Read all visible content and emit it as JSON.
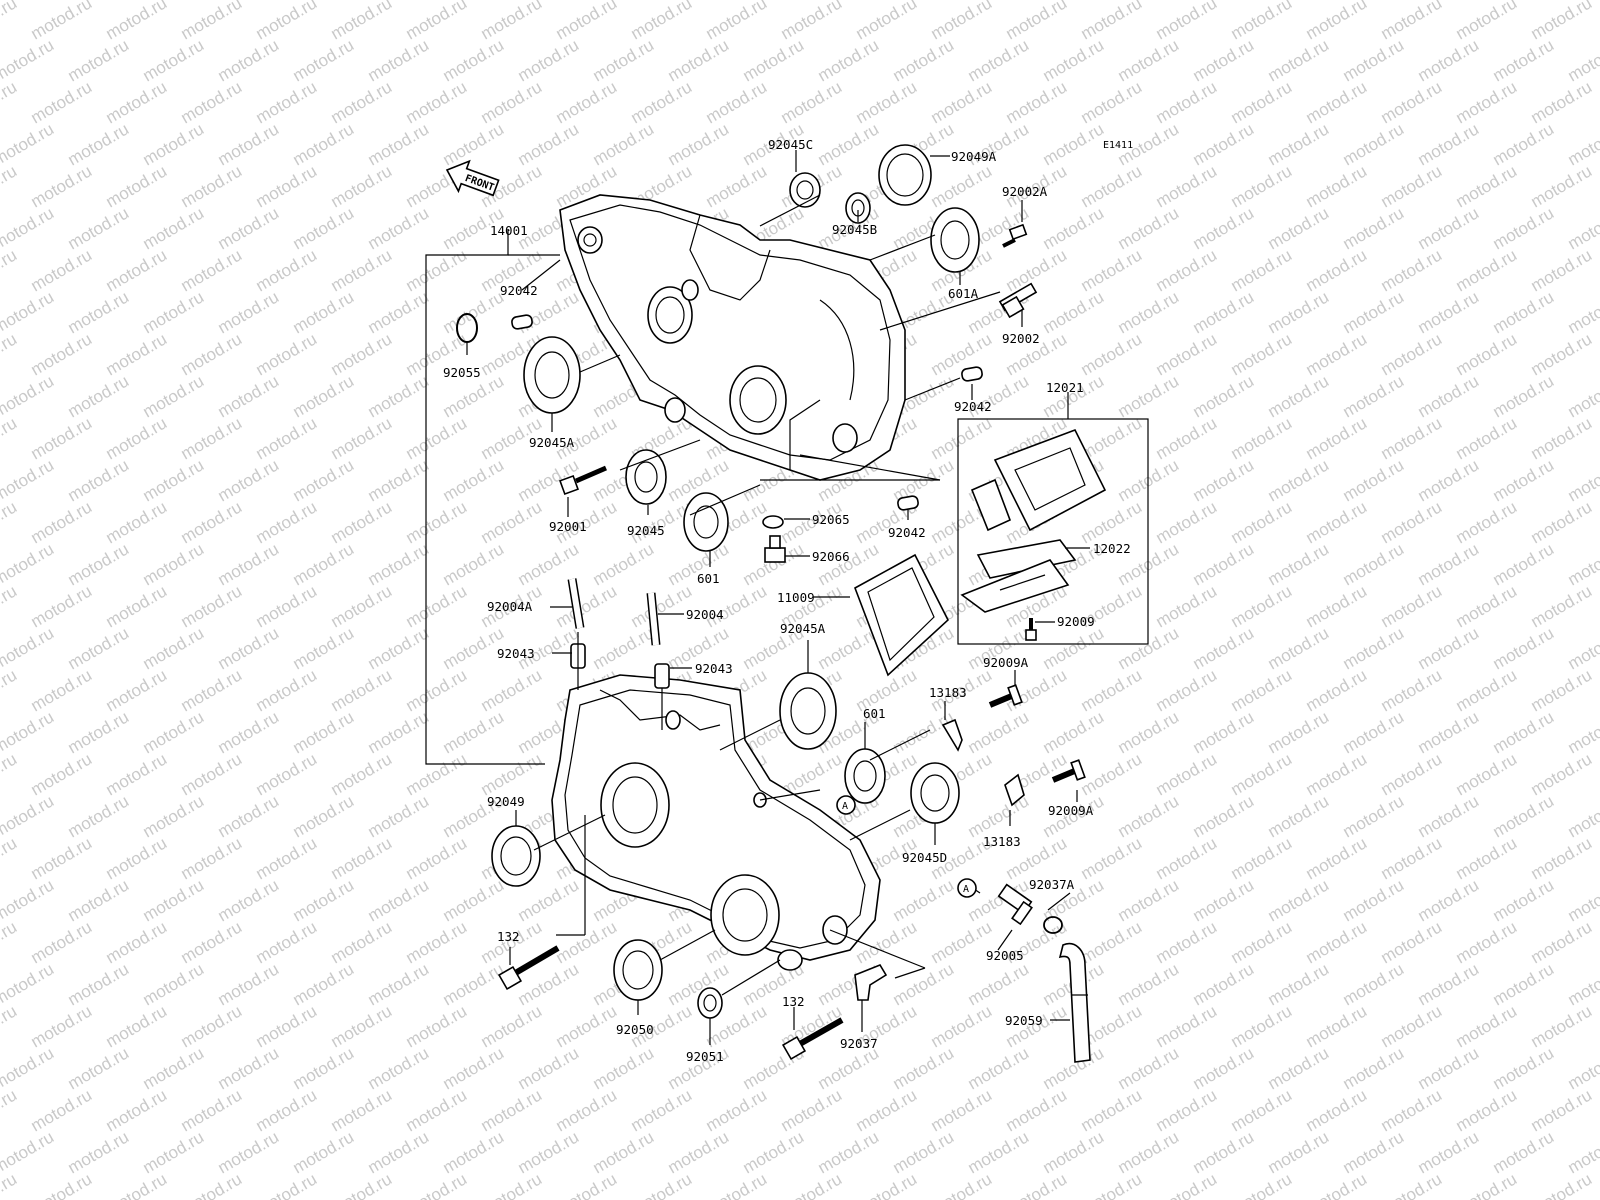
{
  "diagram": {
    "code": "E1411",
    "watermark": "motod.ru",
    "front_label": "FRONT",
    "ref_marker": "A",
    "callouts": [
      "92045C",
      "92049A",
      "92002A",
      "92045B",
      "601A",
      "14001",
      "92042",
      "92055",
      "92002",
      "92045A",
      "92042",
      "12021",
      "92001",
      "92045",
      "601",
      "92065",
      "92042",
      "92066",
      "12022",
      "92004A",
      "92004",
      "11009",
      "92045A",
      "92009",
      "92043",
      "92043",
      "92009A",
      "13183",
      "601",
      "92049",
      "13183",
      "92009A",
      "92045D",
      "92037A",
      "132",
      "92005",
      "92050",
      "92051",
      "132",
      "92037",
      "92059"
    ]
  }
}
